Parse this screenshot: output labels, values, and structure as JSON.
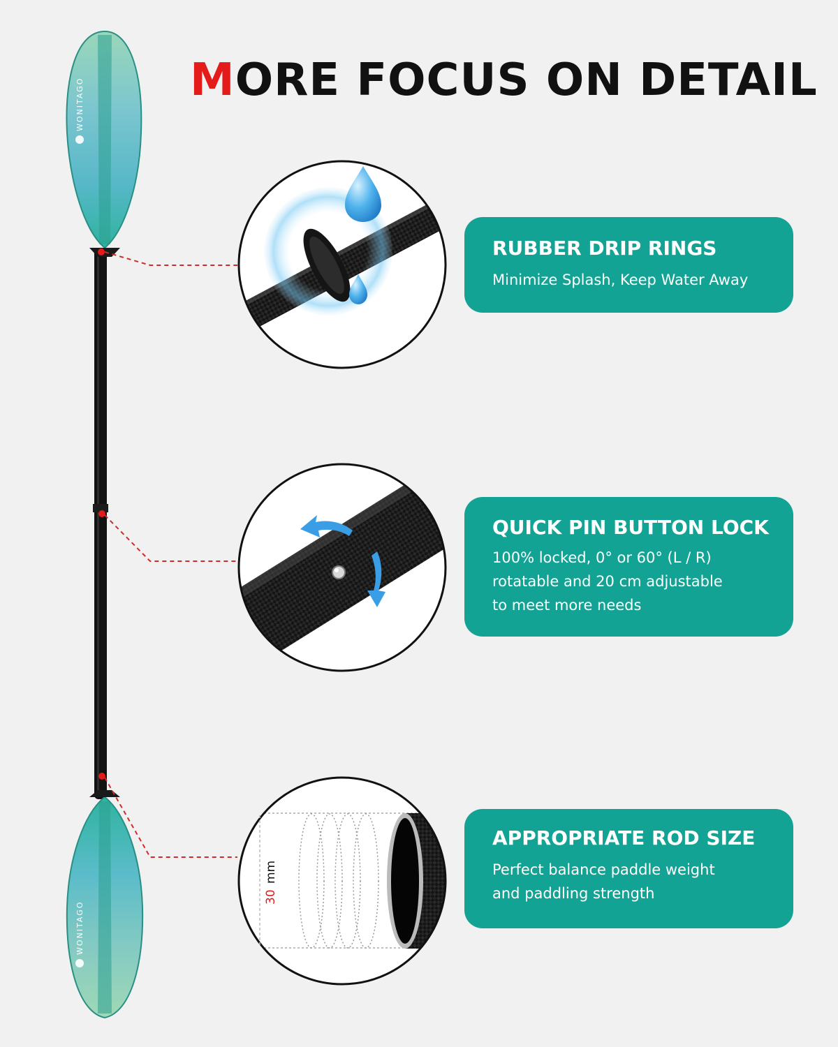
{
  "headline": {
    "first_letter": "M",
    "rest": "ORE FOCUS ON DETAIL"
  },
  "brand": {
    "name": "WONITAGO"
  },
  "features": [
    {
      "title": "RUBBER DRIP RINGS",
      "lines": [
        "Minimize Splash, Keep Water Away"
      ]
    },
    {
      "title": "QUICK PIN BUTTON LOCK",
      "lines": [
        "100% locked, 0° or 60° (L / R)",
        "rotatable and 20 cm adjustable",
        "to meet more needs"
      ]
    },
    {
      "title": "APPROPRIATE ROD SIZE",
      "lines": [
        "Perfect balance paddle weight",
        "and paddling strength"
      ]
    }
  ],
  "rod_measure": {
    "value": "30",
    "unit": "mm"
  },
  "colors": {
    "accent": "#e31b1b",
    "card": "#12a394",
    "background": "#f1f1f1",
    "shaft": "#111111"
  },
  "icons": [
    "water-drop-icon",
    "rotate-arrow-icon"
  ]
}
